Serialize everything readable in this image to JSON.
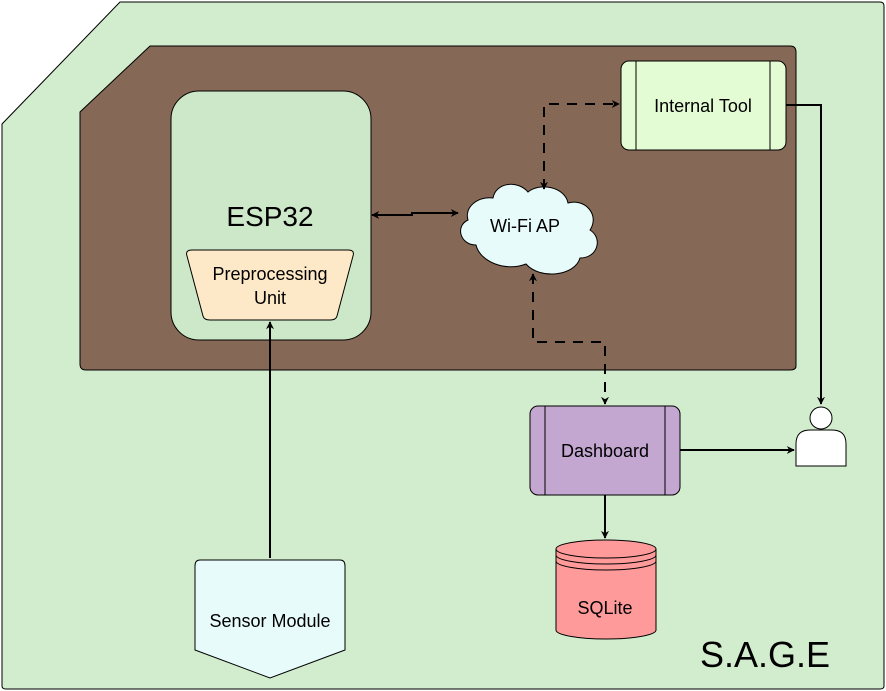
{
  "system_name": "S.A.G.E",
  "nodes": {
    "esp32": {
      "label": "ESP32",
      "fill": "#cce8c8"
    },
    "preprocessing": {
      "line1": "Preprocessing",
      "line2": "Unit",
      "fill": "#fde8c8"
    },
    "wifi": {
      "label": "Wi-Fi AP",
      "fill": "#e8fbfb"
    },
    "internal_tool": {
      "label": "Internal Tool",
      "fill": "#e4fcd4"
    },
    "dashboard": {
      "label": "Dashboard",
      "fill": "#c3a7d0"
    },
    "sqlite": {
      "label": "SQLite",
      "fill": "#ff9a9a"
    },
    "sensor": {
      "label": "Sensor Module",
      "fill": "#e8fbfb"
    },
    "user": {
      "icon": "user-icon"
    }
  },
  "colors": {
    "outer_background": "#d2edcd",
    "inner_board": "#856855",
    "stroke": "#000000"
  }
}
